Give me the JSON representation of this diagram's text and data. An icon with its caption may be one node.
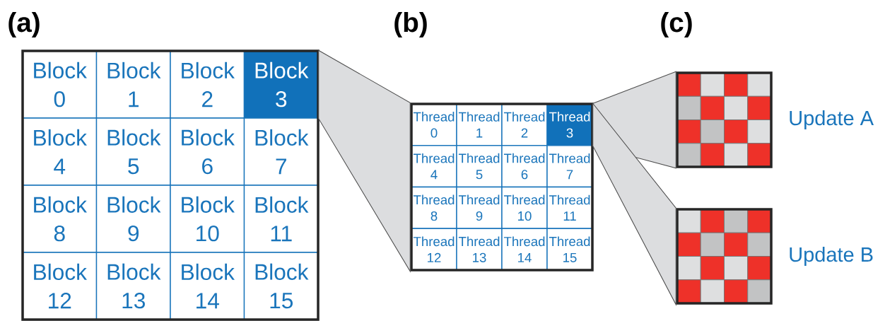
{
  "diagram": {
    "nodes": [
      {
        "text": [],
        "shape": "box"
      },
      {
        "text": [
          "Block 0"
        ],
        "in": 0
      },
      {
        "text": [
          "Block 1"
        ],
        "in": 0
      },
      {
        "text": [
          "Block 2"
        ],
        "in": 0
      },
      {
        "text": [
          "Block 3"
        ],
        "in": 0
      },
      {
        "text": [
          "Block 4"
        ],
        "in": 0
      },
      {
        "text": [
          "Block 5"
        ],
        "in": 0
      },
      {
        "text": [
          "Block 6"
        ],
        "in": 0
      },
      {
        "text": [
          "Block 7"
        ],
        "in": 0
      },
      {
        "text": [
          "Block 8"
        ],
        "in": 0
      },
      {
        "text": [
          "Block 9"
        ],
        "in": 0
      },
      {
        "text": [
          "Block 10"
        ],
        "in": 0
      },
      {
        "text": [
          "Block 11"
        ],
        "in": 0
      },
      {
        "text": [
          "Block 12"
        ],
        "in": 0
      },
      {
        "text": [
          "Block 13"
        ],
        "in": 0
      },
      {
        "text": [
          "Block 14"
        ],
        "in": 0
      },
      {
        "text": [
          "Block 15"
        ],
        "in": 0
      },
      {
        "text": [],
        "shape": "box"
      },
      {
        "text": [
          "Thread 0"
        ],
        "in": 17
      },
      {
        "text": [
          "Thread 1"
        ],
        "in": 17
      },
      {
        "text": [
          "Thread 2"
        ],
        "in": 17
      },
      {
        "text": [
          "Thread 3"
        ],
        "in": 17
      },
      {
        "text": [
          "Thread 4"
        ],
        "in": 17
      },
      {
        "text": [
          "Thread 5"
        ],
        "in": 17
      },
      {
        "text": [
          "Thread 6"
        ],
        "in": 17
      },
      {
        "text": [
          "Thread 7"
        ],
        "in": 17
      },
      {
        "text": [
          "Thread 8"
        ],
        "in": 17
      },
      {
        "text": [
          "Thread 9"
        ],
        "in": 17
      },
      {
        "text": [
          "Thread 10"
        ],
        "in": 17
      },
      {
        "text": [
          "Thread 11"
        ],
        "in": 17
      },
      {
        "text": [
          "Thread 12"
        ],
        "in": 17
      },
      {
        "text": [
          "Thread 13"
        ],
        "in": 17
      },
      {
        "text": [
          "Thread 14"
        ],
        "in": 17
      },
      {
        "text": [
          "Thread 15"
        ],
        "in": 17
      },
      {
        "text": [],
        "shape": "box",
        "beside": [
          "Update A"
        ]
      },
      {
        "text": [],
        "shape": "box",
        "beside": [
          "Update B"
        ]
      }
    ],
    "edges": [
      {
        "from": 4,
        "to": 17,
        "arrow": "none"
      },
      {
        "from": 21,
        "to": 34,
        "arrow": "none"
      },
      {
        "from": 21,
        "to": 35,
        "arrow": "none"
      }
    ],
    "labels": [
      "(a)",
      "(b)",
      "(c)"
    ]
  }
}
